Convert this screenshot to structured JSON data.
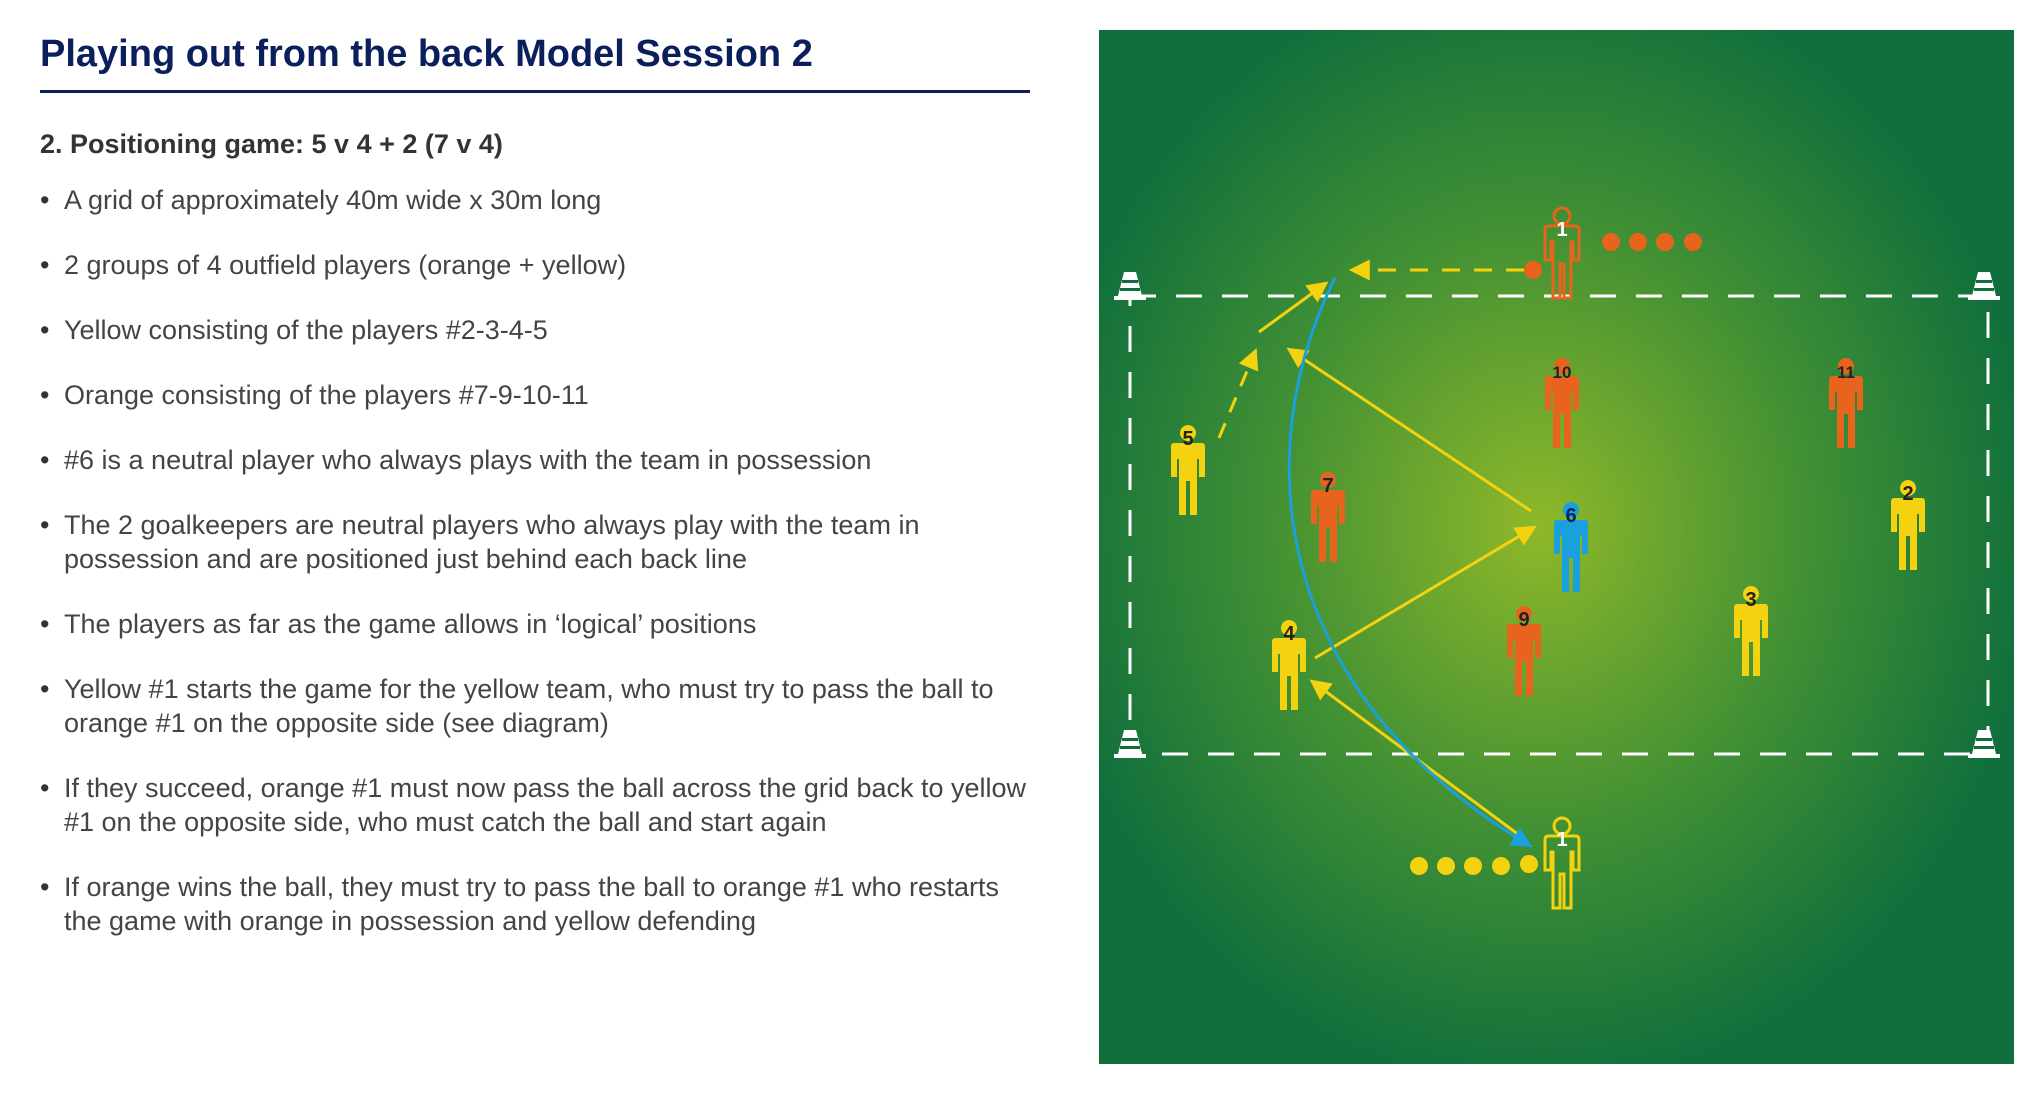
{
  "header": {
    "title": "Playing out from the back Model Session 2"
  },
  "section": {
    "subtitle": "2. Positioning game: 5 v 4 + 2 (7 v 4)"
  },
  "bullets": [
    "A grid of approximately 40m wide x 30m long",
    "2 groups of 4 outfield players (orange + yellow)",
    "Yellow consisting of the players #2-3-4-5",
    "Orange consisting of the players #7-9-10-11",
    "#6 is a neutral player who always plays with the team in possession",
    "The 2 goalkeepers are neutral players who always play with the team in possession and are positioned just behind each back line",
    "The players as far as the game allows in ‘logical’ positions",
    "Yellow #1 starts the game for the yellow team, who must try to pass the ball to orange #1 on the opposite side (see diagram)",
    "If they succeed, orange #1 must now pass the ball across the grid back to yellow #1 on the opposite side, who must catch the ball and start again",
    "If orange wins the ball, they must try to pass the ball to orange #1 who restarts the game with orange in possession and yellow defending"
  ],
  "diagram": {
    "colors": {
      "pitch": "#0f6e3c",
      "pitch_glow": "#8fb82a",
      "orange": "#e8641e",
      "yellow": "#f5d20f",
      "blue": "#1aa0dc",
      "white": "#ffffff"
    },
    "players": {
      "orange_gk": "1",
      "orange_10": "10",
      "orange_11": "11",
      "orange_7": "7",
      "orange_9": "9",
      "neutral_6": "6",
      "yellow_5": "5",
      "yellow_2": "2",
      "yellow_4": "4",
      "yellow_3": "3",
      "yellow_gk": "1"
    },
    "icons": [
      "cone-icon",
      "ball-icon",
      "player-icon"
    ]
  }
}
